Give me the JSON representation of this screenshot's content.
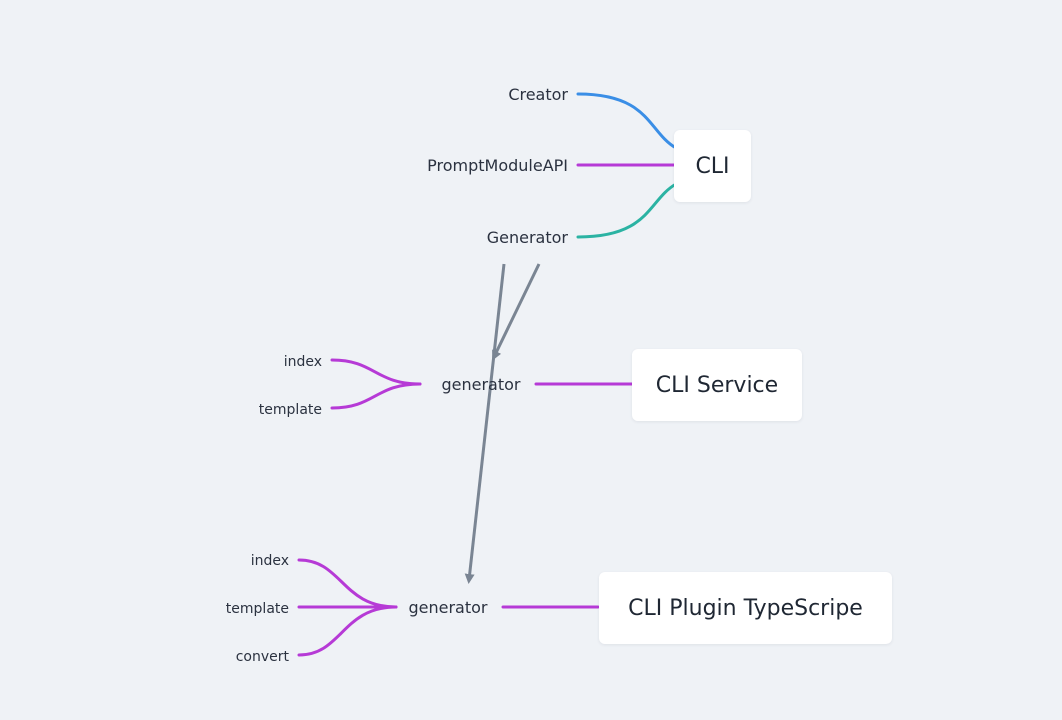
{
  "root": {
    "title": "CLI",
    "children": [
      "Creator",
      "PromptModuleAPI",
      "Generator"
    ]
  },
  "service": {
    "title": "CLI Service",
    "generator": "generator",
    "files": [
      "index",
      "template"
    ]
  },
  "plugin": {
    "title": "CLI Plugin TypeScripe",
    "generator": "generator",
    "files": [
      "index",
      "template",
      "convert"
    ]
  },
  "colors": {
    "background": "#eff2f6",
    "blue": "#3a8ee6",
    "magenta": "#b63ad6",
    "teal": "#2bb3a3",
    "arrow": "#7a8593"
  }
}
